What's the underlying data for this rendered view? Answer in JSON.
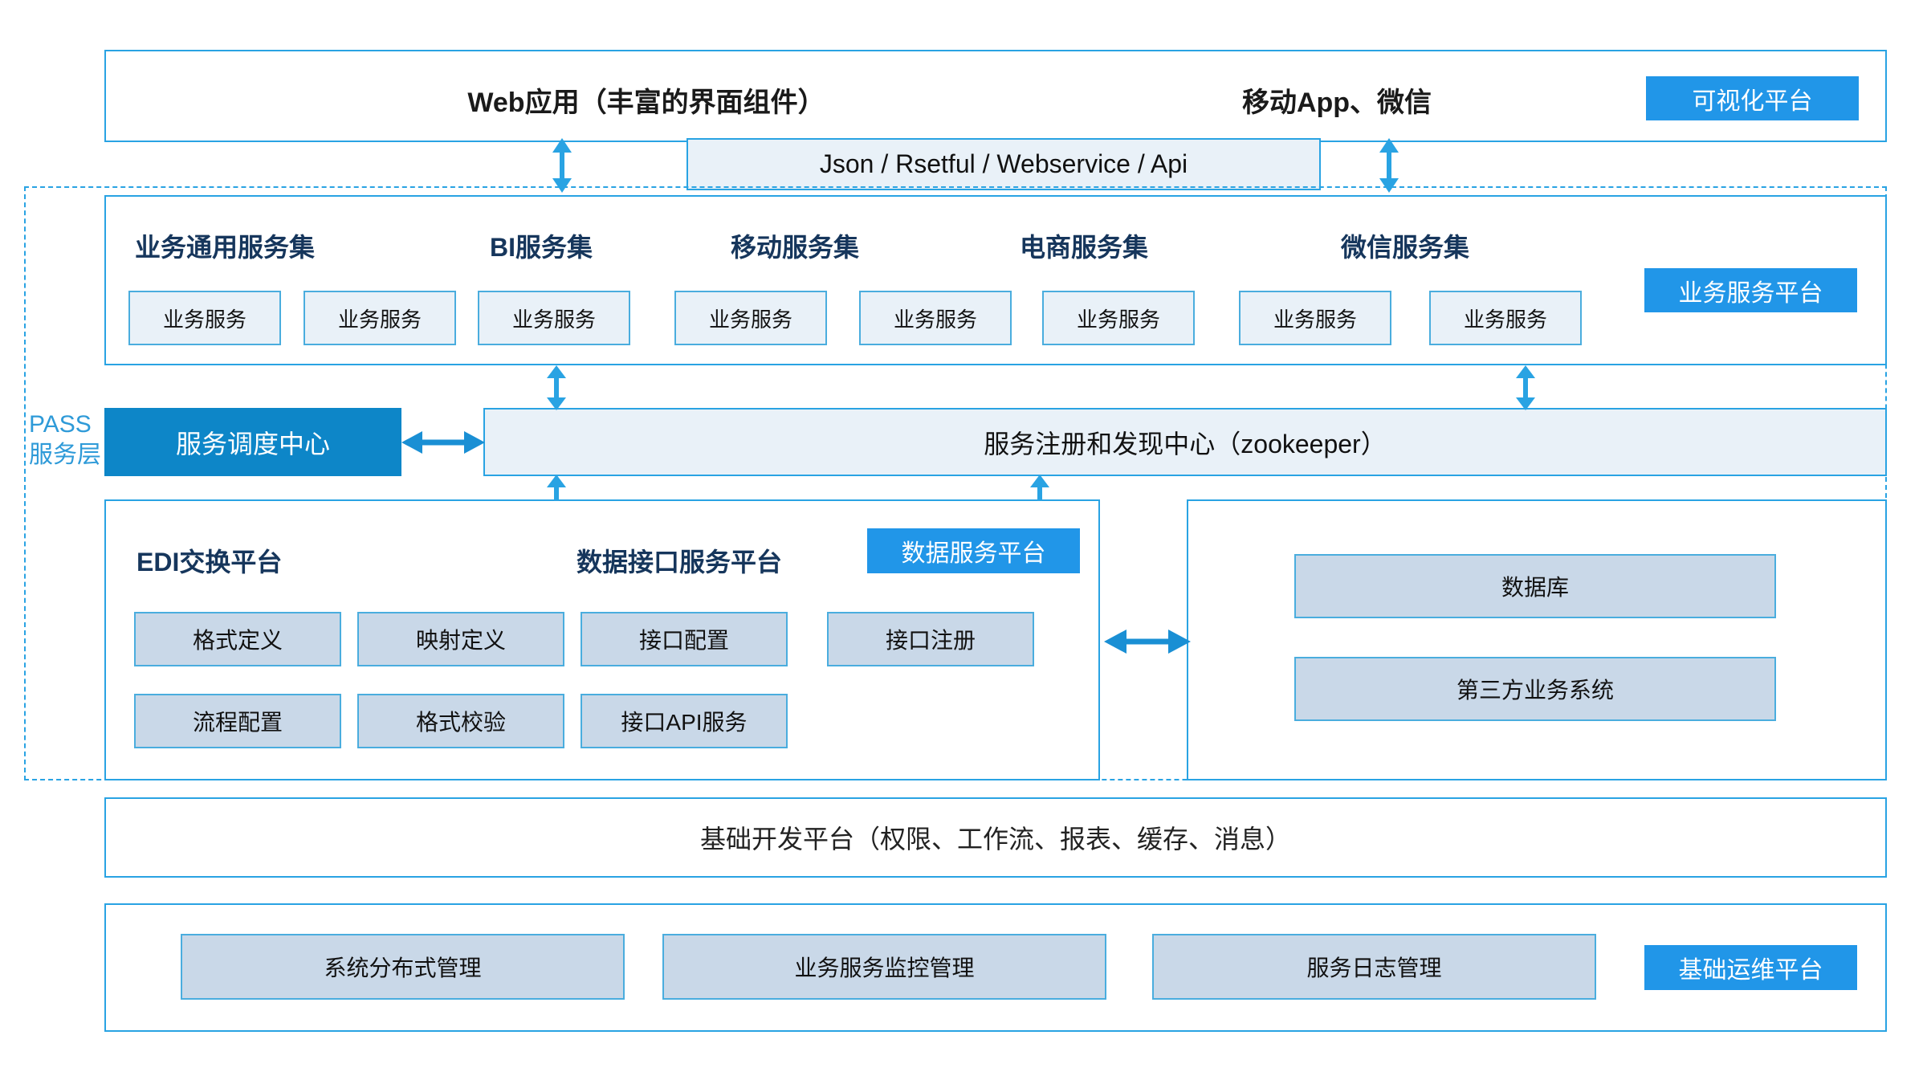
{
  "colors": {
    "accent_blue": "#29a3e3",
    "badge_blue": "#2196e8",
    "solid_blue": "#0d86c8",
    "box_light": "#e9f1f8",
    "box_mid": "#c9d8e8",
    "heading_navy": "#16365c",
    "pass_label": "#2e9ad8"
  },
  "presentation_layer": {
    "web_label": "Web应用（丰富的界面组件）",
    "mobile_label": "移动App、微信",
    "badge": "可视化平台"
  },
  "api_bar": {
    "label": "Json / Rsetful / Webservice / Api"
  },
  "pass_region": {
    "label_line1": "PASS",
    "label_line2": "服务层"
  },
  "service_platform": {
    "badge": "业务服务平台",
    "groups": [
      {
        "title": "业务通用服务集",
        "services": [
          "业务服务",
          "业务服务"
        ]
      },
      {
        "title": "BI服务集",
        "services": [
          "业务服务"
        ]
      },
      {
        "title": "移动服务集",
        "services": [
          "业务服务",
          "业务服务"
        ]
      },
      {
        "title": "电商服务集",
        "services": [
          "业务服务"
        ]
      },
      {
        "title": "微信服务集",
        "services": [
          "业务服务",
          "业务服务"
        ]
      }
    ],
    "service_boxes": [
      "业务服务",
      "业务服务",
      "业务服务",
      "业务服务",
      "业务服务",
      "业务服务",
      "业务服务",
      "业务服务"
    ]
  },
  "registry_row": {
    "dispatch_center": "服务调度中心",
    "registry_center": "服务注册和发现中心（zookeeper）"
  },
  "data_platform": {
    "badge": "数据服务平台",
    "edi": {
      "title": "EDI交换平台",
      "row1": [
        "格式定义",
        "映射定义"
      ],
      "row2": [
        "流程配置",
        "格式校验"
      ]
    },
    "api_iface": {
      "title": "数据接口服务平台",
      "row1": [
        "接口配置",
        "接口注册"
      ],
      "row2": [
        "接口API服务"
      ]
    }
  },
  "storage_panel": {
    "items": [
      "数据库",
      "第三方业务系统"
    ]
  },
  "base_dev_platform": {
    "label": "基础开发平台（权限、工作流、报表、缓存、消息）"
  },
  "ops_platform": {
    "badge": "基础运维平台",
    "items": [
      "系统分布式管理",
      "业务服务监控管理",
      "服务日志管理"
    ]
  }
}
